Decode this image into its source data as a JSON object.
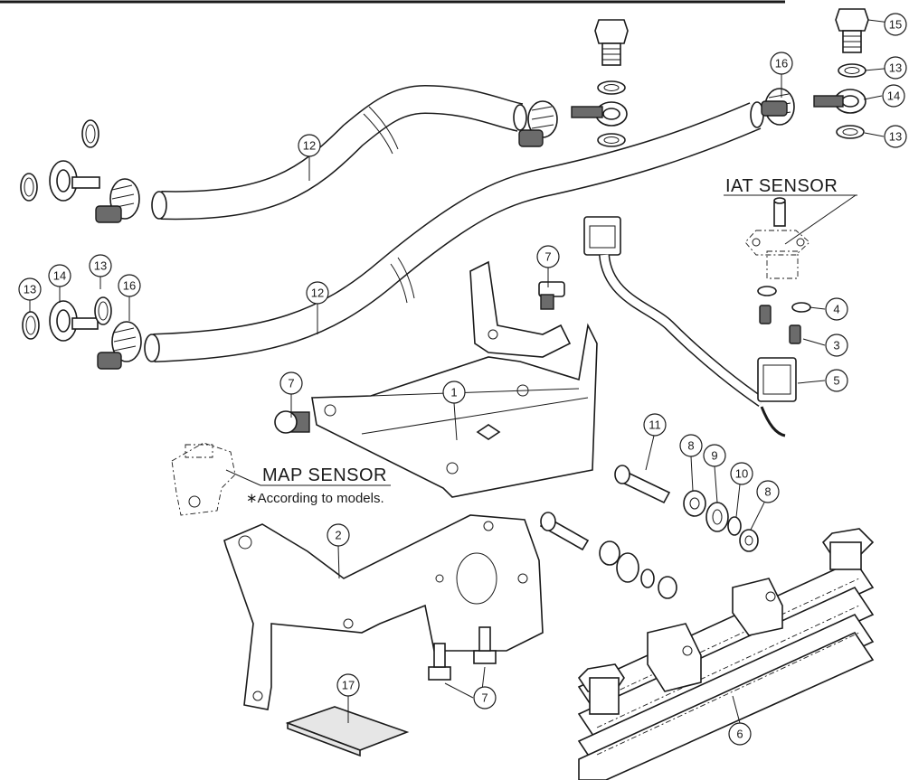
{
  "diagram": {
    "callouts": [
      {
        "id": "c1",
        "label": "1"
      },
      {
        "id": "c2",
        "label": "2"
      },
      {
        "id": "c3",
        "label": "3"
      },
      {
        "id": "c4",
        "label": "4"
      },
      {
        "id": "c5",
        "label": "5"
      },
      {
        "id": "c6",
        "label": "6"
      },
      {
        "id": "c7a",
        "label": "7"
      },
      {
        "id": "c7b",
        "label": "7"
      },
      {
        "id": "c7c",
        "label": "7"
      },
      {
        "id": "c8a",
        "label": "8"
      },
      {
        "id": "c8b",
        "label": "8"
      },
      {
        "id": "c9",
        "label": "9"
      },
      {
        "id": "c10",
        "label": "10"
      },
      {
        "id": "c11",
        "label": "11"
      },
      {
        "id": "c12a",
        "label": "12"
      },
      {
        "id": "c12b",
        "label": "12"
      },
      {
        "id": "c13a",
        "label": "13"
      },
      {
        "id": "c13b",
        "label": "13"
      },
      {
        "id": "c13c",
        "label": "13"
      },
      {
        "id": "c13d",
        "label": "13"
      },
      {
        "id": "c14a",
        "label": "14"
      },
      {
        "id": "c14b",
        "label": "14"
      },
      {
        "id": "c15",
        "label": "15"
      },
      {
        "id": "c16a",
        "label": "16"
      },
      {
        "id": "c16b",
        "label": "16"
      },
      {
        "id": "c17",
        "label": "17"
      }
    ],
    "iat_sensor_label": "IAT SENSOR",
    "map_sensor_label": "MAP SENSOR",
    "map_sensor_note": "∗According to models."
  }
}
